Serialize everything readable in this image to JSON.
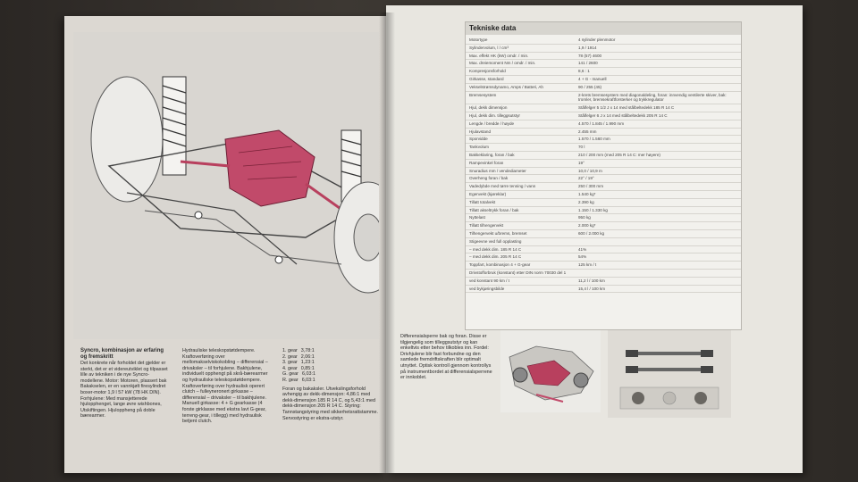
{
  "right_page": {
    "title": "Tekniske data",
    "specs": [
      {
        "label": "Motortype",
        "value": "4 sylinder plenmotor"
      },
      {
        "label": "Sylindervolum, l / cm³",
        "value": "1,9 / 1914"
      },
      {
        "label": "Max. effekt HK (kW) omdr. / min.",
        "value": "78 (57) 4600"
      },
      {
        "label": "Max. dreiemoment Nm / omdr. / min.",
        "value": "141 / 2600"
      },
      {
        "label": "Kompresjonsforhold",
        "value": "8,6 : 1"
      },
      {
        "label": "Girkasse, standard",
        "value": "4 + G - manuell"
      },
      {
        "label": "Vekselstrømsdynamo, Amps / Batteri, Ah",
        "value": "90 / 255 (45)"
      },
      {
        "label": "Bremsesystem",
        "value": "2-krets bremsesystem med diagonaldeling, foran: innvendig ventilerte skiver, bak: tromler, bremsekraftforsterker og trykkregulator"
      },
      {
        "label": "Hjul, dekk dimensjon",
        "value": "Stålfelger 5 1/2 J x 14 med stålbeltedekk 185 R 14 C"
      },
      {
        "label": "Hjul, dekk dim. tilleggsutstyr",
        "value": "Stålfelger 6 J x 14 med stålbeltedekk 205 R 14 C"
      },
      {
        "label": "Lengde / bredde / høyde",
        "value": "4.570 / 1.845 / 1.990 mm"
      },
      {
        "label": "Hjulavstand",
        "value": "2.455 mm"
      },
      {
        "label": "Sporvidde",
        "value": "1.570 / 1.560 mm"
      },
      {
        "label": "Tankvolum",
        "value": "70 l"
      },
      {
        "label": "Bakkeklaring, foran / bak",
        "value": "210 / 200 mm (med 205 R 14 C: mer høyere)"
      },
      {
        "label": "Rampevinkel foran",
        "value": "19°"
      },
      {
        "label": "Snuradius mm / vendediameter",
        "value": "10,0 / 10,9 m"
      },
      {
        "label": "Overheng foran / bak",
        "value": "22° / 19°"
      },
      {
        "label": "Vadedybde med tørre tenning / vann",
        "value": "250 / 300 mm"
      },
      {
        "label": "Egenvekt (kjøreklar)",
        "value": "1.540 kg*"
      },
      {
        "label": "Tillatt totalvekt",
        "value": "2.390 kg"
      },
      {
        "label": "Tillatt akseltrykk foran / bak",
        "value": "1.150 / 1.330 kg"
      },
      {
        "label": "Nyttelast",
        "value": "950 kg"
      },
      {
        "label": "Tillatt tilhengervekt",
        "value": "2.000 kg*"
      },
      {
        "label": "Tilhengervekt u/brems, bremset",
        "value": "600 / 2.000 kg"
      },
      {
        "label": "Stigeevne ved full opplasting",
        "value": ""
      },
      {
        "label": "– med dekk dim. 185 R 14 C",
        "value": "41%"
      },
      {
        "label": "– med dekk dim. 205 R 14 C",
        "value": "54%"
      },
      {
        "label": "Toppfart, kombinasjon 4 + G-gear",
        "value": "125 km / t"
      },
      {
        "label": "Drivstofforbruk (konstant) etter DIN norm 70030 del 1",
        "value": ""
      },
      {
        "label": "ved konstant 90 km / t",
        "value": "11,2 l / 100 km"
      },
      {
        "label": "ved bykjøringsbilde",
        "value": "15,4 l / 100 km"
      }
    ],
    "text_block": "Differensialsperre bak og foran. Disse er tilgjengelig som tilleggsutstyr og kan enkeltvis etter behov tilkobles inn. Fordel: Drivhjulene blir fast forbundne og den samlede fremdriftskraften blir optimalt utnyttet. Optisk kontroll gjennom kontrollys på instrumentbordet at differensialsperrene er innkoblet."
  },
  "left_page": {
    "col1_heading": "Syncro, kombinasjon av erfaring og fremskritt",
    "col1_text": "Det konkrete når forholdet det gjelder er sterkt, det er et videreutviklet og tilpasset lille av tekniken i de nye Syncro-modellene. Motor: Motoren, plassert bak Bakakselen, er en vannkjølt firesylindret boxer-motor 1,9 l 57 kW (78 HK DIN). Forhjulene: Med mansjetterede hjulopphenget, lange øvre wishbones, Utskiftingen. Hjuloppheng på doble bærearmer.",
    "col2_text": "Hydrauliske teleskopstøtdempere. Kraftoverføring over mellomakselviskokobling – differensial – drivaksler – til forhjulene. Bakhjulene, individuelt opphengt på skrå-bærearmer og hydrauliske teleskopstøtdempere. Kraftoverføring over hydraulisk operert clutch – fulleyneronert girkasse – differensial – drivaksler – til bakhjulene. Manuell girkasse: 4 + G gearkasse (4 forste girklasse med ekstra lavt G-gear, terreng-gear, i tillegg) med hydraulisk betjent clutch.",
    "gears": [
      {
        "label": "1. gear",
        "value": "3,78:1"
      },
      {
        "label": "2. gear",
        "value": "2,06:1"
      },
      {
        "label": "3. gear",
        "value": "1,23:1"
      },
      {
        "label": "4. gear",
        "value": "0,85:1"
      },
      {
        "label": "G. gear",
        "value": "6,03:1"
      },
      {
        "label": "R. gear",
        "value": "6,03:1"
      }
    ],
    "col3_text": "Foran og bakaksler. Utvekslingsforhold avhengig av dekk-dimensjon: 4,86:1 med dekk-dimensjon 185 R 14 C, og 5,43:1 med dekk-dimensjon 205 R 14 C. Styring: Tannstangstyring med sikkerhetsrattstamme. Servostyring er ekstra-utstyr."
  }
}
